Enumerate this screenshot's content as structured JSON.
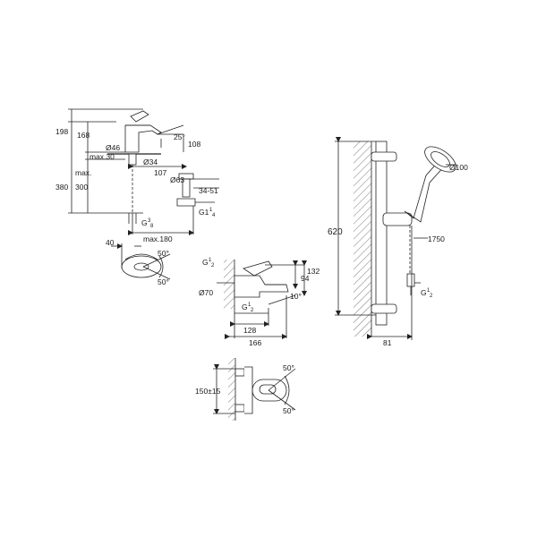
{
  "basin_mixer": {
    "side_view": {
      "dim_198": "198",
      "dim_168": "168",
      "dim_380": "380",
      "dim_300": "300",
      "dim_max_label": "max.",
      "dim_max30": "max.30",
      "dim_46": "Ø46",
      "dim_34": "Ø34",
      "dim_63": "Ø63",
      "dim_34_51": "34-51",
      "dim_25deg": "25°",
      "dim_108": "108",
      "dim_107": "107",
      "dim_max180": "max.180",
      "thread_g38": {
        "main": "G",
        "num": "3",
        "den": "8"
      },
      "thread_g114": {
        "main": "G1",
        "num": "1",
        "den": "4"
      }
    },
    "top_view": {
      "dim_40": "40",
      "angle_top": "50°",
      "angle_bottom": "50°"
    }
  },
  "bath_mixer": {
    "thread_top": {
      "main": "G",
      "num": "1",
      "den": "2"
    },
    "thread_bottom": {
      "main": "G",
      "num": "1",
      "den": "2"
    },
    "dim_70": "Ø70",
    "dim_94": "94",
    "dim_132": "132",
    "dim_10deg": "10°",
    "dim_128": "128",
    "dim_166": "166"
  },
  "wall_mixer_top_view": {
    "dim_150": "150±15",
    "angle_top": "50°",
    "angle_bottom": "50°"
  },
  "shower_set": {
    "dim_620": "620",
    "dim_100": "Ø100",
    "dim_1750": "1750",
    "dim_81": "81",
    "thread": {
      "main": "G",
      "num": "1",
      "den": "2"
    }
  }
}
